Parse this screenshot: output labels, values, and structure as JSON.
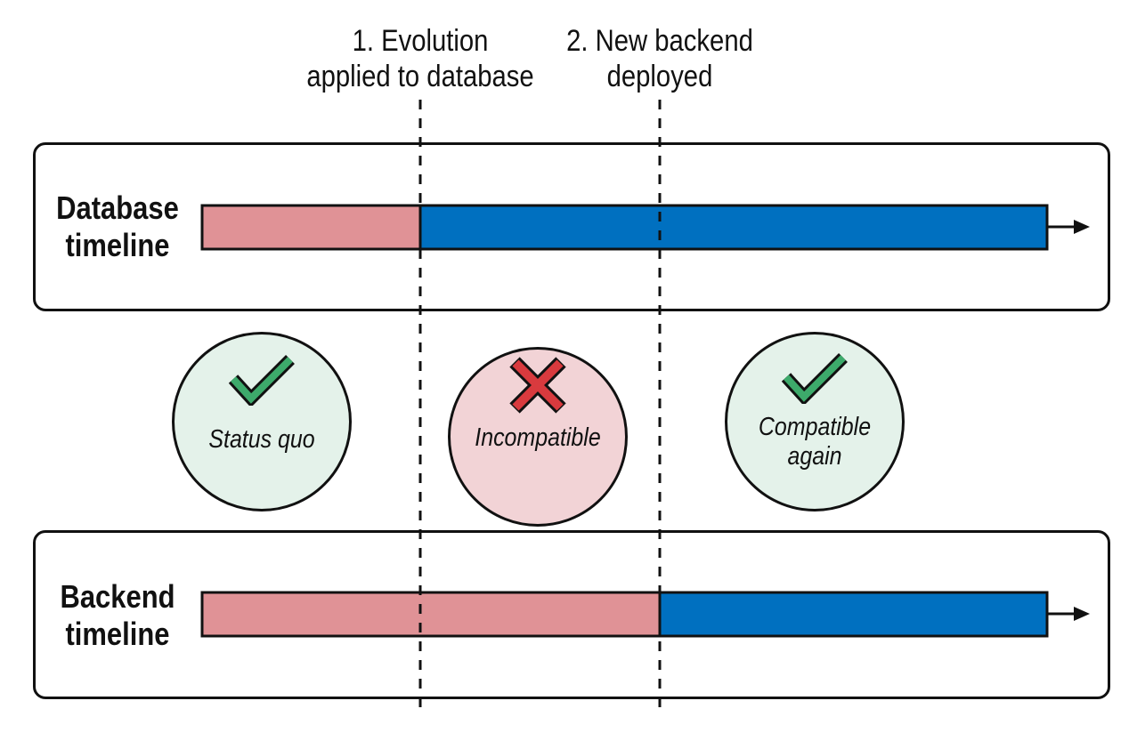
{
  "steps": [
    {
      "line1": "1. Evolution",
      "line2": "applied to database"
    },
    {
      "line1": "2. New backend",
      "line2": "deployed"
    }
  ],
  "timelines": {
    "database": {
      "line1": "Database",
      "line2": "timeline"
    },
    "backend": {
      "line1": "Backend",
      "line2": "timeline"
    }
  },
  "states": [
    {
      "label1": "Status quo",
      "label2": "",
      "status": "compatible",
      "icon": "check-icon"
    },
    {
      "label1": "Incompatible",
      "label2": "",
      "status": "incompatible",
      "icon": "cross-icon"
    },
    {
      "label1": "Compatible",
      "label2": "again",
      "status": "compatible",
      "icon": "check-icon"
    }
  ],
  "colors": {
    "old_version": "#E09296",
    "new_version": "#0070C0",
    "compatible_fill": "#E4F2EA",
    "incompatible_fill": "#F2D3D6",
    "check_mark": "#3DAA6B",
    "cross_mark": "#D93A3E"
  }
}
